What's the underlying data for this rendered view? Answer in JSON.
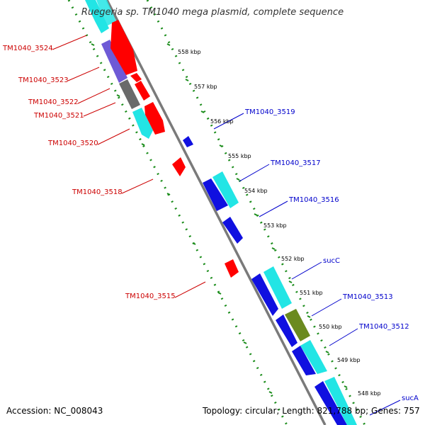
{
  "title": "Ruegeria sp. TM1040 mega plasmid, complete sequence",
  "accession": "Accession: NC_008043",
  "topology": "Topology: circular; Length: 821,788 bp; Genes: 757",
  "colors": {
    "backbone": "#7a7a7a",
    "tick_ruler": "#1a8c1a",
    "label_red": "#cc0000",
    "label_blue": "#0000cc",
    "gene_red": "#ff0000",
    "gene_cyan": "#22e5e5",
    "gene_blue": "#1010e0",
    "gene_purple": "#6e5ad6",
    "gene_gray": "#6a6a6a",
    "gene_olive": "#6b8a1f"
  },
  "kbp_ticks": [
    "558 kbp",
    "557 kbp",
    "556 kbp",
    "555 kbp",
    "554 kbp",
    "553 kbp",
    "552 kbp",
    "551 kbp",
    "550 kbp",
    "549 kbp",
    "548 kbp"
  ],
  "left_labels": [
    "TM1040_3524",
    "TM1040_3523",
    "TM1040_3522",
    "TM1040_3521",
    "TM1040_3520",
    "TM1040_3518",
    "TM1040_3515"
  ],
  "right_labels": [
    "TM1040_3519",
    "TM1040_3517",
    "TM1040_3516",
    "sucC",
    "TM1040_3513",
    "TM1040_3512",
    "sucA"
  ]
}
